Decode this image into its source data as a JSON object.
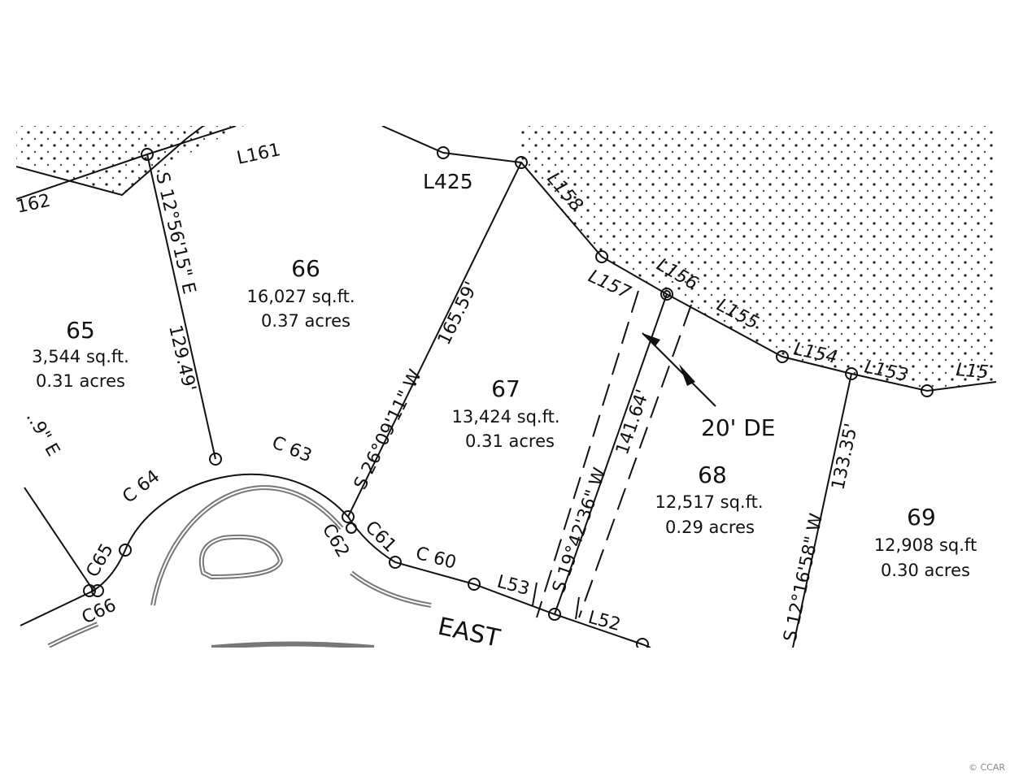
{
  "lots": [
    {
      "number": "65",
      "area_sqft": "3,544 sq.ft.",
      "area_acres": "0.31 acres"
    },
    {
      "number": "66",
      "area_sqft": "16,027 sq.ft.",
      "area_acres": "0.37 acres"
    },
    {
      "number": "67",
      "area_sqft": "13,424 sq.ft.",
      "area_acres": "0.31 acres"
    },
    {
      "number": "68",
      "area_sqft": "12,517 sq.ft.",
      "area_acres": "0.29 acres"
    },
    {
      "number": "69",
      "area_sqft": "12,908 sq.ft",
      "area_acres": "0.30 acres"
    }
  ],
  "bearings": {
    "b1": "S 12°56'15\" E",
    "d1": "129.49'",
    "b2": "S 26°09'11\" W",
    "d2": "165.59'",
    "b3": "S 19°42'36\" W",
    "d3": "141.64'",
    "b4": "S 12°16'58\" W",
    "d4": "133.35'",
    "b5": "..9\" E"
  },
  "line_labels": {
    "L161": "L161",
    "L162": "162",
    "L425": "L425",
    "L158": "L158",
    "L157": "L157",
    "L156": "L156",
    "L155": "L155",
    "L154": "L154",
    "L153": "L153",
    "L15": "L15",
    "L53": "L53",
    "L52": "L52"
  },
  "curve_labels": {
    "C60": "C 60",
    "C61": "C61",
    "C62": "C62",
    "C63": "C 63",
    "C64": "C 64",
    "C65": "C65",
    "C66": "C66"
  },
  "easement": "20' DE",
  "street": "EAST",
  "watermark": "© CCAR"
}
